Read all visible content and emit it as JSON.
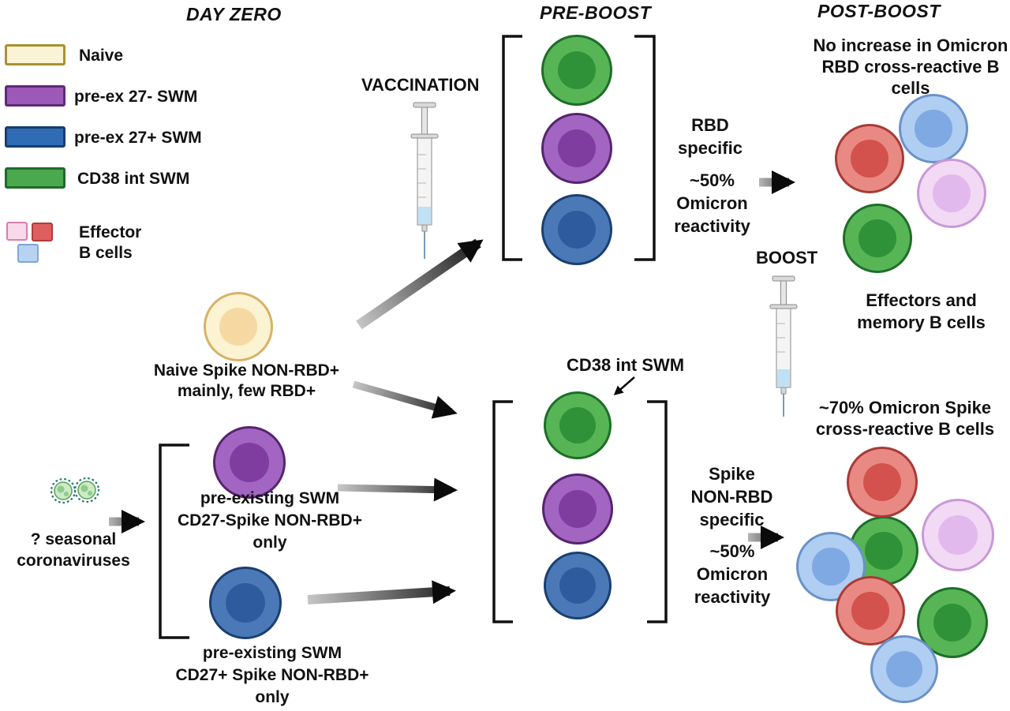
{
  "headers": {
    "day_zero": "DAY ZERO",
    "pre_boost": "PRE-BOOST",
    "post_boost": "POST-BOOST"
  },
  "legend": {
    "items": [
      {
        "label": "Naive",
        "swatch": "naive"
      },
      {
        "label": "pre-ex 27- SWM",
        "swatch": "purple"
      },
      {
        "label": "pre-ex 27+ SWM",
        "swatch": "blue"
      },
      {
        "label": "CD38 int SWM",
        "swatch": "green"
      }
    ],
    "swatches": {
      "naive": {
        "fill": "#fbf3d6",
        "border": "#a8912f"
      },
      "purple": {
        "fill": "#9c59b8",
        "border": "#5e2a78"
      },
      "blue": {
        "fill": "#2f6cb5",
        "border": "#173d6e"
      },
      "green": {
        "fill": "#4aa84e",
        "border": "#1f6b2a"
      },
      "eff_pink": {
        "fill": "#f7d9ea",
        "border": "#d77fae"
      },
      "eff_red": {
        "fill": "#dd5f5f",
        "border": "#b03c3c"
      },
      "eff_lightblue": {
        "fill": "#b8d2f2",
        "border": "#7fa6d9"
      }
    },
    "effector_label": "Effector\nB cells"
  },
  "day_zero": {
    "naive_label": "Naive  Spike NON-RBD+\nmainly, few RBD+",
    "pre_existing_27minus_label": "pre-existing SWM\nCD27-Spike NON-RBD+\nonly",
    "pre_existing_27plus_label": "pre-existing SWM\nCD27+ Spike NON-RBD+\nonly",
    "seasonal_label": "? seasonal\ncoronaviruses"
  },
  "pre_boost": {
    "vaccination_label": "VACCINATION",
    "rbd_specific": "RBD\nspecific",
    "rbd_reactivity": "~50%\nOmicron\nreactivity",
    "cd38_callout": "CD38 int SWM",
    "spike_specific": "Spike\nNON-RBD\nspecific",
    "spike_reactivity": "~50%\nOmicron\nreactivity"
  },
  "post_boost": {
    "no_increase_text": "No increase in Omicron\nRBD cross-reactive B\ncells",
    "boost_label": "BOOST",
    "effectors_memory_label": "Effectors and\nmemory B cells",
    "omicron_70_text": "~70% Omicron Spike\ncross-reactive B cells"
  },
  "cell_styles": {
    "naive": {
      "outer": "#fcf3d2",
      "inner": "#f6d9a2",
      "border": "#d8b266"
    },
    "purple": {
      "outer": "#a265c2",
      "inner": "#7f3da0",
      "border": "#56246f"
    },
    "blue": {
      "outer": "#4b79b8",
      "inner": "#2e5b9d",
      "border": "#1b3f70"
    },
    "green": {
      "outer": "#57b556",
      "inner": "#2f9238",
      "border": "#1d6e28"
    },
    "red": {
      "outer": "#e88a83",
      "inner": "#d4524d",
      "border": "#a83a36"
    },
    "lightblue": {
      "outer": "#b0cdf2",
      "inner": "#7fa9e2",
      "border": "#6b92c8"
    },
    "pink": {
      "outer": "#f2d9f4",
      "inner": "#e2b9ec",
      "border": "#c998d8"
    }
  }
}
